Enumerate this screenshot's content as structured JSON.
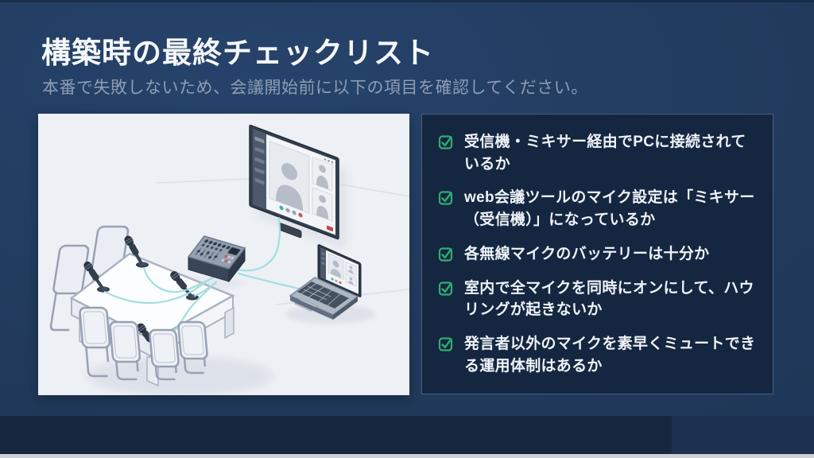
{
  "slide": {
    "title": "構築時の最終チェックリスト",
    "subtitle": "本番で失敗しないため、会議開始前に以下の項目を確認してください。"
  },
  "checklist": {
    "check_color": "#2fae74",
    "items": [
      {
        "label": "受信機・ミキサー経由でPCに接続されているか"
      },
      {
        "label": "web会議ツールのマイク設定は「ミキサー（受信機）」になっているか"
      },
      {
        "label": "各無線マイクのバッテリーは十分か"
      },
      {
        "label": "室内で全マイクを同時にオンにして、ハウリングが起きないか"
      },
      {
        "label": "発言者以外のマイクを素早くミュートできる運用体制はあるか"
      }
    ]
  },
  "illustration": {
    "elements": [
      "conference-table",
      "wireless-microphones",
      "audio-mixer",
      "tv-video-call-screen",
      "laptop-video-call",
      "teal-cables",
      "chairs"
    ]
  },
  "colors": {
    "background": "#213a5c",
    "checklist_panel": "#152640",
    "illustration_panel": "#edf0f5",
    "accent_green": "#2fae74",
    "cable_teal": "#9ddede",
    "title_text": "#f5f8fb",
    "subtitle_text": "#8d9db5"
  }
}
